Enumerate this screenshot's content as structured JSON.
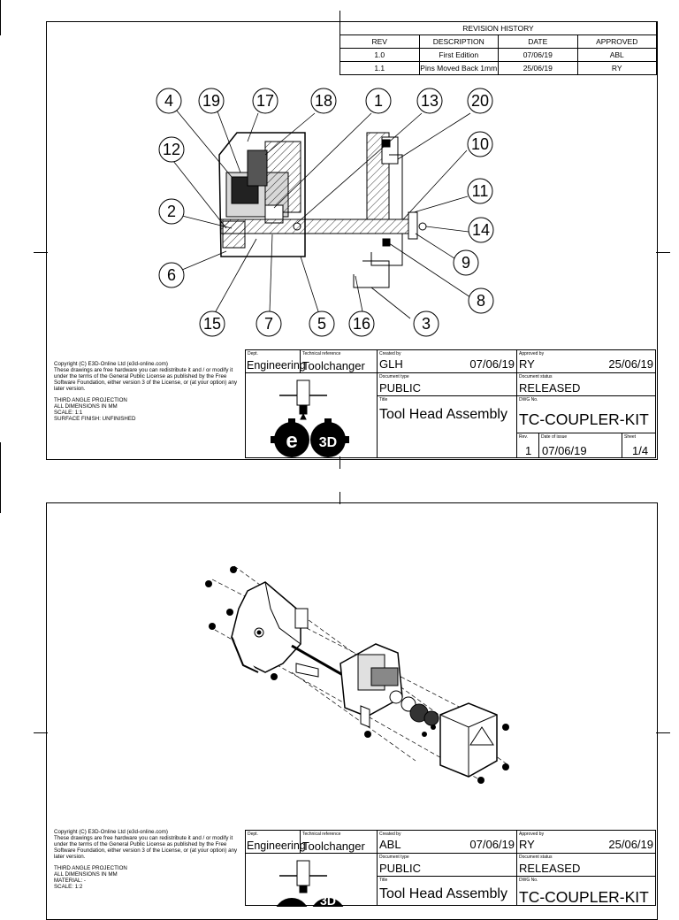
{
  "revision_history": {
    "title": "REVISION HISTORY",
    "headers": [
      "REV",
      "DESCRIPTION",
      "DATE",
      "APPROVED"
    ],
    "rows": [
      {
        "rev": "1.0",
        "description": "First Edition",
        "date": "07/06/19",
        "approved": "ABL"
      },
      {
        "rev": "1.1",
        "description": "Pins Moved Back 1mm",
        "date": "25/06/19",
        "approved": "RY"
      }
    ]
  },
  "balloons": [
    "4",
    "19",
    "17",
    "18",
    "1",
    "13",
    "20",
    "12",
    "10",
    "11",
    "2",
    "14",
    "9",
    "6",
    "8",
    "15",
    "7",
    "5",
    "16",
    "3"
  ],
  "sheet1": {
    "copyright": "Copyright (C) E3D-Online Ltd (e3d-online.com)",
    "license": "These drawings are free hardware you can redistribute it and / or modify it under the terms of the General Public License as published by the Free Software Foundation, either version 3 of the License, or (at your option) any later version.",
    "projection": "THIRD ANGLE PROJECTION",
    "dimensions": "ALL DIMENSIONS IN MM",
    "scale": "SCALE: 1:1",
    "finish": "SURFACE FINISH: UNFINISHED",
    "title_block": {
      "dept_label": "Dept.",
      "dept": "Engineering",
      "techref_label": "Technical reference",
      "techref": "Toolchanger",
      "created_label": "Created by",
      "created_by": "GLH",
      "created_date": "07/06/19",
      "approved_label": "Approved by",
      "approved_by": "RY",
      "approved_date": "25/06/19",
      "doctype_label": "Document type",
      "doctype": "PUBLIC",
      "status_label": "Document status",
      "status": "RELEASED",
      "title_label": "Title",
      "title": "Tool Head Assembly",
      "dwg_label": "DWG No.",
      "dwg": "TC-COUPLER-KIT",
      "rev_label": "Rev.",
      "rev": "1",
      "issue_label": "Date of issue",
      "issue": "07/06/19",
      "sheet_label": "Sheet",
      "sheet": "1/4"
    }
  },
  "sheet2": {
    "copyright": "Copyright (C) E3D-Online Ltd (e3d-online.com)",
    "license": "These drawings are free hardware you can redistribute it and / or modify it under the terms of the General Public License as published by the Free Software Foundation, either version 3 of the License, or (at your option) any later version.",
    "projection": "THIRD ANGLE PROJECTION",
    "dimensions": "ALL DIMENSIONS IN MM",
    "material": "MATERIAL: -",
    "scale": "SCALE: 1:2",
    "title_block": {
      "dept_label": "Dept.",
      "dept": "Engineering",
      "techref_label": "Technical reference",
      "techref": "Toolchanger",
      "created_label": "Created by",
      "created_by": "ABL",
      "created_date": "07/06/19",
      "approved_label": "Approved by",
      "approved_by": "RY",
      "approved_date": "25/06/19",
      "doctype_label": "Document type",
      "doctype": "PUBLIC",
      "status_label": "Document status",
      "status": "RELEASED",
      "title_label": "Title",
      "title": "Tool Head Assembly",
      "dwg_label": "DWG No.",
      "dwg": "TC-COUPLER-KIT"
    }
  },
  "logo": {
    "text": "e3D"
  }
}
